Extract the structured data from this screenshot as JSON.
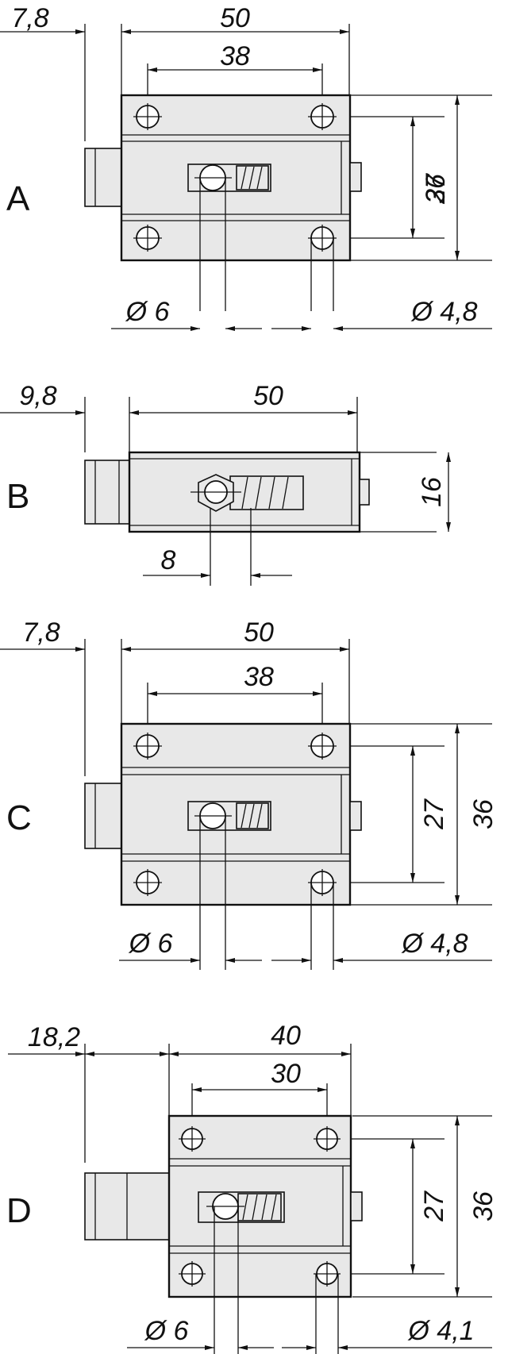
{
  "views": [
    {
      "letter": "A",
      "dims": {
        "overhang": "7,8",
        "length": "50",
        "hole_spacing": "38",
        "inner_height": "27",
        "height": "36",
        "knob_dia": "Ø 6",
        "hole_dia": "Ø 4,8"
      }
    },
    {
      "letter": "B",
      "dims": {
        "overhang": "9,8",
        "length": "50",
        "height": "16",
        "travel": "8"
      }
    },
    {
      "letter": "C",
      "dims": {
        "overhang": "7,8",
        "length": "50",
        "hole_spacing": "38",
        "inner_height": "27",
        "height": "36",
        "knob_dia": "Ø 6",
        "hole_dia": "Ø 4,8"
      }
    },
    {
      "letter": "D",
      "dims": {
        "overhang": "18,2",
        "length": "40",
        "hole_spacing": "30",
        "inner_height": "27",
        "height": "36",
        "knob_dia": "Ø 6",
        "hole_dia": "Ø 4,1"
      }
    }
  ]
}
